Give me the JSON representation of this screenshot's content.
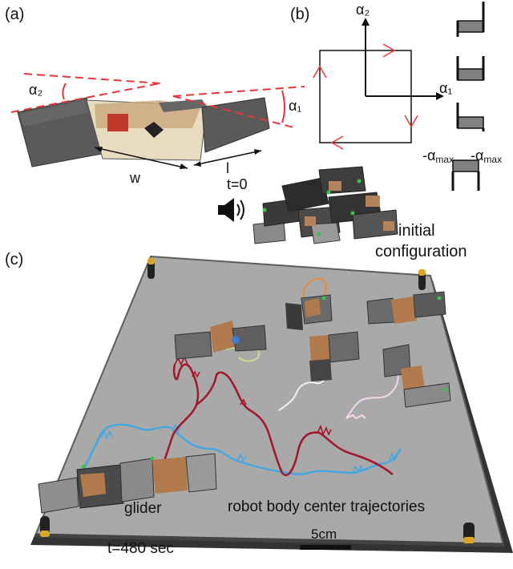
{
  "panel_a": {
    "label": "(a)",
    "alpha1": "α₁",
    "alpha2": "α₂",
    "width": "w",
    "length": "l"
  },
  "panel_b": {
    "label": "(b)",
    "axis_x": "α₁",
    "axis_y": "α₂",
    "neg_amax_left": "-α",
    "neg_amax_right": "-α",
    "max_sub": "max"
  },
  "initial": {
    "time": "t=0",
    "caption_line1": "initial",
    "caption_line2": "configuration",
    "sound_icon": "speaker-icon"
  },
  "panel_c": {
    "label": "(c)",
    "glider": "glider",
    "trajectories": "robot body center trajectories",
    "scale": "5cm",
    "time": "t=480 sec"
  },
  "colors": {
    "red_dash": "#e8343b",
    "arrow_red": "#e53935",
    "traj_blue": "#45a6e0",
    "traj_darkred": "#a3162b",
    "traj_orange": "#e8893a",
    "traj_green": "#c8e08a",
    "traj_white": "#f2f2f2",
    "traj_pink": "#f3d7ec",
    "table_gray": "#a9a9a9"
  }
}
